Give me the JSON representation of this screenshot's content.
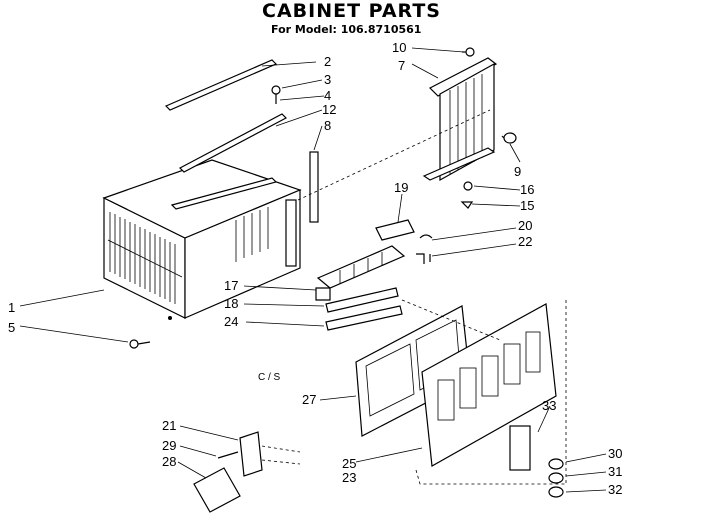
{
  "header": {
    "title": "CABINET PARTS",
    "model_line": "For Model: 106.8710561"
  },
  "note": "C / S",
  "callouts": [
    {
      "id": "1",
      "label": "1"
    },
    {
      "id": "2",
      "label": "2"
    },
    {
      "id": "3",
      "label": "3"
    },
    {
      "id": "4",
      "label": "4"
    },
    {
      "id": "5",
      "label": "5"
    },
    {
      "id": "7",
      "label": "7"
    },
    {
      "id": "8",
      "label": "8"
    },
    {
      "id": "9",
      "label": "9"
    },
    {
      "id": "10",
      "label": "10"
    },
    {
      "id": "12",
      "label": "12"
    },
    {
      "id": "15",
      "label": "15"
    },
    {
      "id": "16",
      "label": "16"
    },
    {
      "id": "17",
      "label": "17"
    },
    {
      "id": "18",
      "label": "18"
    },
    {
      "id": "19",
      "label": "19"
    },
    {
      "id": "20",
      "label": "20"
    },
    {
      "id": "21",
      "label": "21"
    },
    {
      "id": "22",
      "label": "22"
    },
    {
      "id": "23",
      "label": "23"
    },
    {
      "id": "24",
      "label": "24"
    },
    {
      "id": "25",
      "label": "25"
    },
    {
      "id": "27",
      "label": "27"
    },
    {
      "id": "28",
      "label": "28"
    },
    {
      "id": "29",
      "label": "29"
    },
    {
      "id": "30",
      "label": "30"
    },
    {
      "id": "31",
      "label": "31"
    },
    {
      "id": "32",
      "label": "32"
    },
    {
      "id": "33",
      "label": "33"
    }
  ]
}
